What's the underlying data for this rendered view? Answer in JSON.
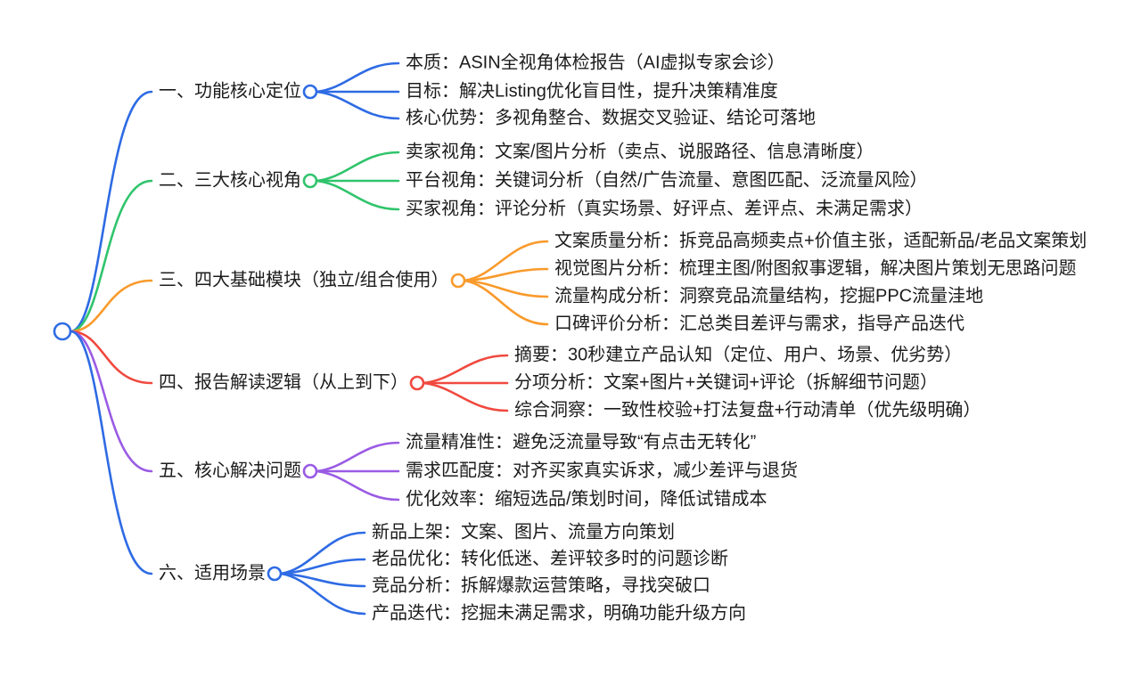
{
  "colors": {
    "blue": "#2e6be4",
    "green": "#30c46c",
    "orange": "#f99a2b",
    "red": "#f0493f",
    "purple": "#9a5be4",
    "text": "#1c1c1c",
    "background": "#ffffff"
  },
  "root": {
    "color_key": "blue"
  },
  "branches": [
    {
      "label": "一、功能核心定位",
      "color_key": "blue",
      "children": [
        "本质：ASIN全视角体检报告（AI虚拟专家会诊）",
        "目标：解决Listing优化盲目性，提升决策精准度",
        "核心优势：多视角整合、数据交叉验证、结论可落地"
      ]
    },
    {
      "label": "二、三大核心视角",
      "color_key": "green",
      "children": [
        "卖家视角：文案/图片分析（卖点、说服路径、信息清晰度）",
        "平台视角：关键词分析（自然/广告流量、意图匹配、泛流量风险）",
        "买家视角：评论分析（真实场景、好评点、差评点、未满足需求）"
      ]
    },
    {
      "label": "三、四大基础模块（独立/组合使用）",
      "color_key": "orange",
      "children": [
        "文案质量分析：拆竞品高频卖点+价值主张，适配新品/老品文案策划",
        "视觉图片分析：梳理主图/附图叙事逻辑，解决图片策划无思路问题",
        "流量构成分析：洞察竞品流量结构，挖掘PPC流量洼地",
        "口碑评价分析：汇总类目差评与需求，指导产品迭代"
      ]
    },
    {
      "label": "四、报告解读逻辑（从上到下）",
      "color_key": "red",
      "children": [
        "摘要：30秒建立产品认知（定位、用户、场景、优劣势）",
        "分项分析：文案+图片+关键词+评论（拆解细节问题）",
        "综合洞察：一致性校验+打法复盘+行动清单（优先级明确）"
      ]
    },
    {
      "label": "五、核心解决问题",
      "color_key": "purple",
      "children": [
        "流量精准性：避免泛流量导致“有点击无转化”",
        "需求匹配度：对齐买家真实诉求，减少差评与退货",
        "优化效率：缩短选品/策划时间，降低试错成本"
      ]
    },
    {
      "label": "六、适用场景",
      "color_key": "blue",
      "children": [
        "新品上架：文案、图片、流量方向策划",
        "老品优化：转化低迷、差评较多时的问题诊断",
        "竞品分析：拆解爆款运营策略，寻找突破口",
        "产品迭代：挖掘未满足需求，明确功能升级方向"
      ]
    }
  ]
}
